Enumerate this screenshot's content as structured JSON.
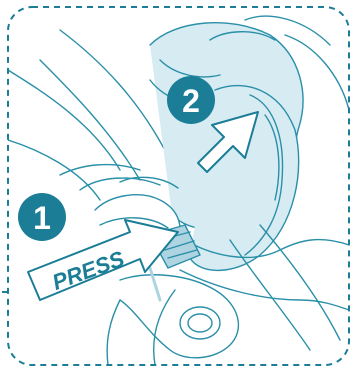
{
  "step1": {
    "number": "1"
  },
  "step2": {
    "number": "2"
  },
  "press_label": "PRESS",
  "colors": {
    "accent": "#1b7d96",
    "line": "#2a8fa8",
    "light_fill": "#d6ebf2",
    "mid_fill": "#aed4e2",
    "white": "#ffffff"
  },
  "icons": {
    "border": "dashed-rounded-frame",
    "step1": "number-badge",
    "step2": "number-badge",
    "press": "arrow-with-label",
    "lift": "diagonal-arrow"
  }
}
